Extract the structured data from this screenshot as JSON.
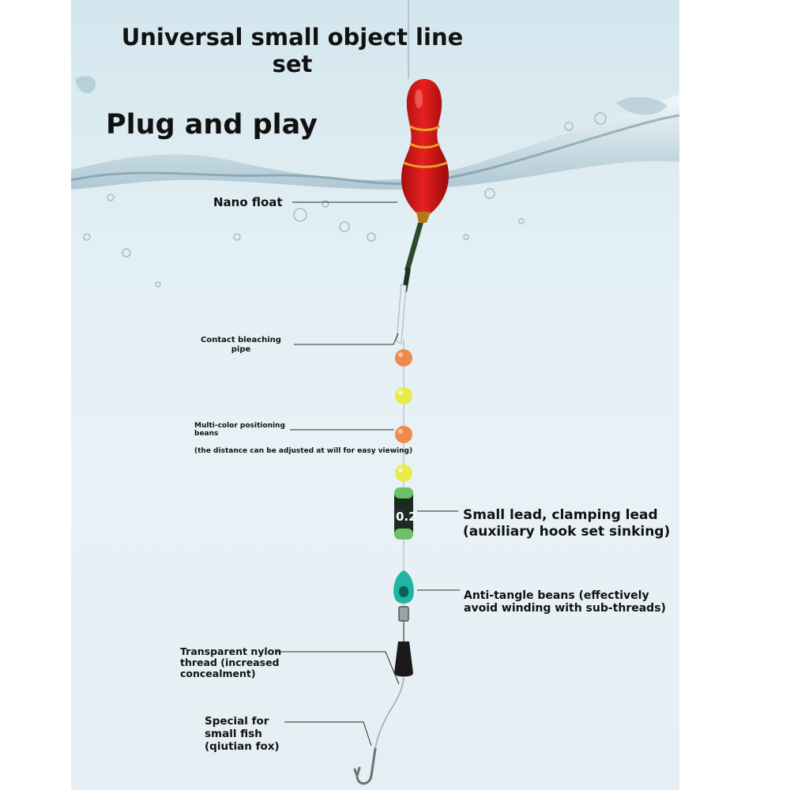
{
  "title": "Universal small object line\nset",
  "subtitle": "Plug and play",
  "labels": {
    "nano_float": "Nano float",
    "bleaching_pipe": "Contact bleaching\npipe",
    "positioning_beans": "Multi-color positioning\nbeans",
    "positioning_note": "(the distance can be adjusted at will for easy viewing)",
    "small_lead": "Small lead, clamping lead\n(auxiliary hook set sinking)",
    "anti_tangle": "Anti-tangle beans (effectively\navoid winding with sub-threads)",
    "nylon_thread": "Transparent nylon\nthread (increased\nconcealment)",
    "small_fish": "Special for\nsmall fish\n(qiutian fox)",
    "lead_marking": "0.2"
  },
  "colors": {
    "float_red": "#e01818",
    "float_band": "#e8a22a",
    "bead_orange": "#f08a4a",
    "bead_yellow": "#e8ec4a",
    "lead_dark": "#1c2a22",
    "lead_green": "#6cc068",
    "anti_tangle_teal": "#1fb5a0",
    "sinker_black": "#1a1a1a",
    "water": "#a6c2cf"
  }
}
